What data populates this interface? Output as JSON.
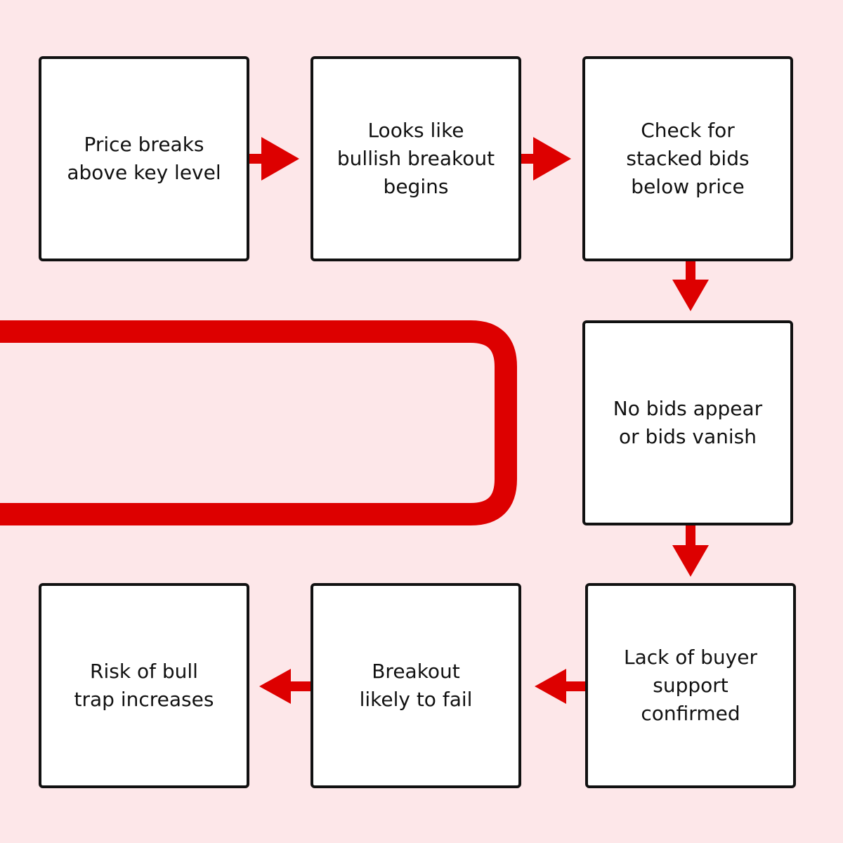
{
  "colors": {
    "background": "#fde7e9",
    "accent": "#dd0000",
    "box_fill": "#ffffff",
    "box_border": "#111111",
    "text": "#111111"
  },
  "flow": {
    "steps": [
      {
        "id": "price-breaks",
        "label": "Price breaks\nabove key level"
      },
      {
        "id": "bullish-breakout",
        "label": "Looks like\nbullish breakout\nbegins"
      },
      {
        "id": "check-bids",
        "label": "Check for\nstacked bids\nbelow price"
      },
      {
        "id": "no-bids",
        "label": "No bids appear\nor bids vanish"
      },
      {
        "id": "lack-support",
        "label": "Lack of buyer\nsupport\nconfirmed"
      },
      {
        "id": "breakout-fail",
        "label": "Breakout\nlikely to fail"
      },
      {
        "id": "bull-trap",
        "label": "Risk of bull\ntrap increases"
      }
    ],
    "edges": [
      {
        "from": "price-breaks",
        "to": "bullish-breakout"
      },
      {
        "from": "bullish-breakout",
        "to": "check-bids"
      },
      {
        "from": "check-bids",
        "to": "no-bids"
      },
      {
        "from": "no-bids",
        "to": "lack-support"
      },
      {
        "from": "lack-support",
        "to": "breakout-fail"
      },
      {
        "from": "breakout-fail",
        "to": "bull-trap"
      }
    ]
  }
}
